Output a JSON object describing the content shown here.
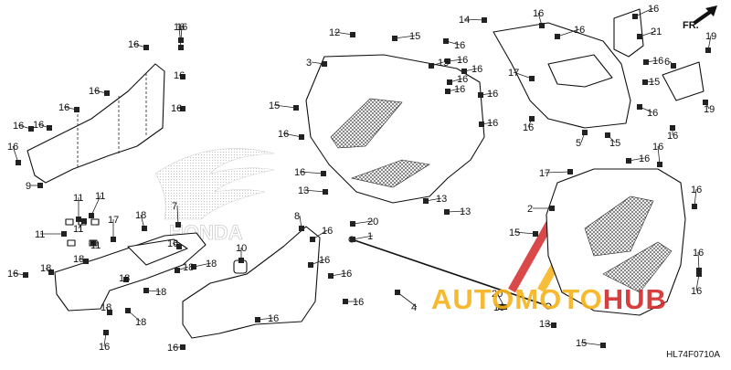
{
  "diagram": {
    "code": "HL74F0710A",
    "direction_label": "FR.",
    "callouts": [
      "1",
      "2",
      "3",
      "4",
      "5",
      "6",
      "7",
      "8",
      "9",
      "10",
      "11",
      "12",
      "13",
      "14",
      "15",
      "16",
      "17",
      "18",
      "19",
      "20",
      "21"
    ]
  },
  "watermark": {
    "word_1": "AUTOMOTO",
    "word_2": "HUB",
    "color_1": "#f6b21a",
    "color_2": "#d32a2a"
  },
  "icons": [
    "fr-arrow-icon",
    "honda-wing-logo",
    "automotohub-logo"
  ]
}
